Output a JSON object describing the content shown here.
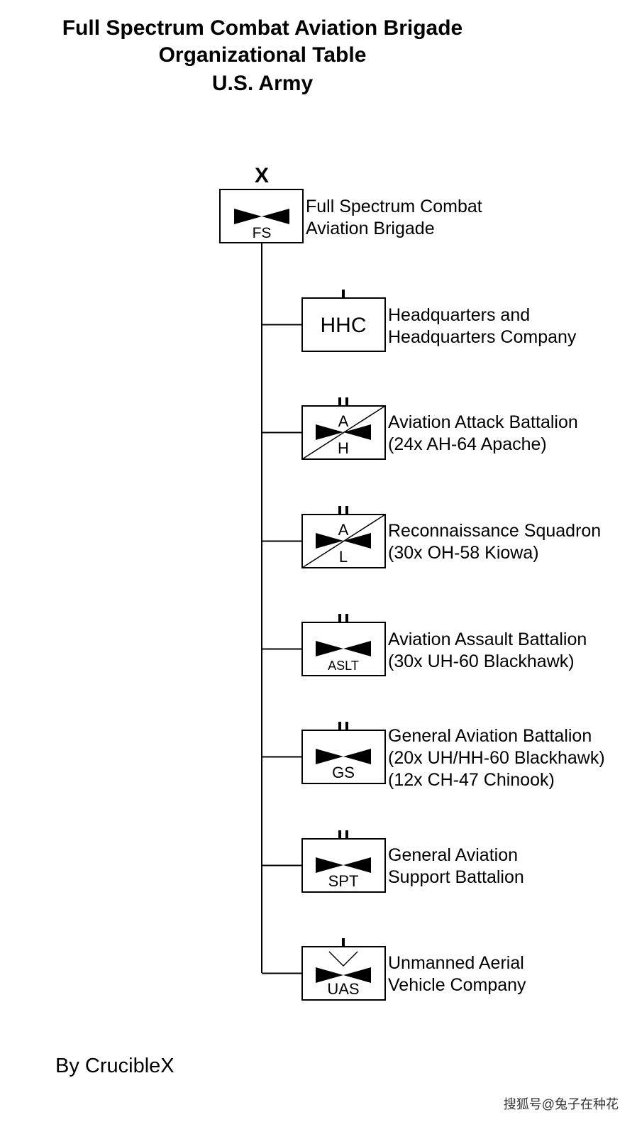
{
  "title": {
    "line1": "Full Spectrum Combat Aviation Brigade",
    "line2": "Organizational Table",
    "line3": "U.S. Army"
  },
  "root": {
    "echelon_mark": "X",
    "symbol_label": "FS",
    "description_line1": "Full Spectrum Combat",
    "description_line2": "Aviation Brigade"
  },
  "units": [
    {
      "symbol": "hhc",
      "echelon_ticks": 1,
      "box_label": "HHC",
      "lines": [
        "Headquarters and",
        "Headquarters Company"
      ]
    },
    {
      "symbol": "attack",
      "echelon_ticks": 2,
      "top_label": "A",
      "bottom_label": "H",
      "lines": [
        "Aviation Attack Battalion",
        "(24x AH-64 Apache)"
      ]
    },
    {
      "symbol": "attack",
      "echelon_ticks": 2,
      "top_label": "A",
      "bottom_label": "L",
      "lines": [
        "Reconnaissance Squadron",
        "(30x OH-58 Kiowa)"
      ]
    },
    {
      "symbol": "aviation",
      "echelon_ticks": 2,
      "bottom_label": "ASLT",
      "lines": [
        "Aviation Assault Battalion",
        "(30x UH-60 Blackhawk)"
      ]
    },
    {
      "symbol": "aviation",
      "echelon_ticks": 2,
      "bottom_label": "GS",
      "lines": [
        "General Aviation Battalion",
        "(20x UH/HH-60 Blackhawk)",
        "(12x CH-47 Chinook)"
      ]
    },
    {
      "symbol": "aviation",
      "echelon_ticks": 2,
      "bottom_label": "SPT",
      "lines": [
        "General Aviation",
        "Support Battalion"
      ]
    },
    {
      "symbol": "uas",
      "echelon_ticks": 1,
      "bottom_label": "UAS",
      "lines": [
        "Unmanned Aerial",
        "Vehicle Company"
      ]
    }
  ],
  "credit": "By CrucibleX",
  "watermark": "搜狐号@兔子在种花"
}
